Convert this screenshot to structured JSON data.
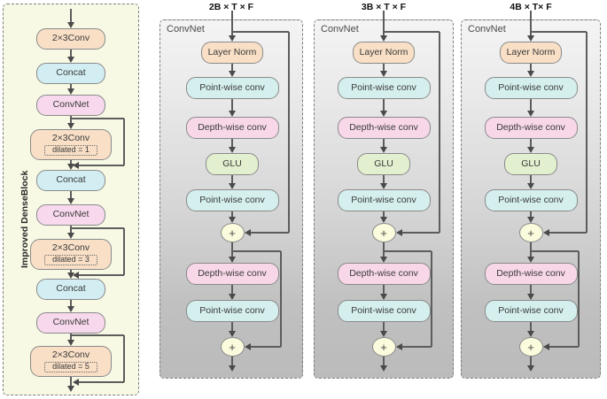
{
  "dense_block": {
    "label": "Improved DenseBlock",
    "nodes": [
      {
        "name": "conv-2x3-a",
        "text": "2×3Conv",
        "sub": null,
        "color": "peach"
      },
      {
        "name": "concat-a",
        "text": "Concat",
        "sub": null,
        "color": "concat"
      },
      {
        "name": "convnet-a",
        "text": "ConvNet",
        "sub": null,
        "color": "convnet"
      },
      {
        "name": "conv-2x3-dilated-1",
        "text": "2×3Conv",
        "sub": "dilated = 1",
        "color": "peach"
      },
      {
        "name": "concat-b",
        "text": "Concat",
        "sub": null,
        "color": "concat"
      },
      {
        "name": "convnet-b",
        "text": "ConvNet",
        "sub": null,
        "color": "convnet"
      },
      {
        "name": "conv-2x3-dilated-3",
        "text": "2×3Conv",
        "sub": "dilated = 3",
        "color": "peach"
      },
      {
        "name": "concat-c",
        "text": "Concat",
        "sub": null,
        "color": "concat"
      },
      {
        "name": "convnet-c",
        "text": "ConvNet",
        "sub": null,
        "color": "convnet"
      },
      {
        "name": "conv-2x3-dilated-5",
        "text": "2×3Conv",
        "sub": "dilated = 5",
        "color": "peach"
      }
    ]
  },
  "convnets": [
    {
      "top_label": "2B × T × F",
      "panel_label": "ConvNet",
      "nodes": [
        {
          "name": "layer-norm",
          "text": "Layer Norm",
          "color": "peach"
        },
        {
          "name": "point-wise-conv-1",
          "text": "Point-wise conv",
          "color": "cyan"
        },
        {
          "name": "depth-wise-conv-1",
          "text": "Depth-wise conv",
          "color": "pink"
        },
        {
          "name": "glu",
          "text": "GLU",
          "color": "green"
        },
        {
          "name": "point-wise-conv-2",
          "text": "Point-wise conv",
          "color": "cyan"
        },
        {
          "name": "depth-wise-conv-2",
          "text": "Depth-wise conv",
          "color": "pink"
        },
        {
          "name": "point-wise-conv-3",
          "text": "Point-wise conv",
          "color": "cyan"
        }
      ],
      "adders": [
        "+",
        "+"
      ]
    },
    {
      "top_label": "3B × T × F",
      "panel_label": "ConvNet",
      "nodes": [
        {
          "name": "layer-norm",
          "text": "Layer Norm",
          "color": "peach"
        },
        {
          "name": "point-wise-conv-1",
          "text": "Point-wise conv",
          "color": "cyan"
        },
        {
          "name": "depth-wise-conv-1",
          "text": "Depth-wise conv",
          "color": "pink"
        },
        {
          "name": "glu",
          "text": "GLU",
          "color": "green"
        },
        {
          "name": "point-wise-conv-2",
          "text": "Point-wise conv",
          "color": "cyan"
        },
        {
          "name": "depth-wise-conv-2",
          "text": "Depth-wise conv",
          "color": "pink"
        },
        {
          "name": "point-wise-conv-3",
          "text": "Point-wise conv",
          "color": "cyan"
        }
      ],
      "adders": [
        "+",
        "+"
      ]
    },
    {
      "top_label": "4B × T× F",
      "panel_label": "ConvNet",
      "nodes": [
        {
          "name": "layer-norm",
          "text": "Layer Norm",
          "color": "peach"
        },
        {
          "name": "point-wise-conv-1",
          "text": "Point-wise conv",
          "color": "cyan"
        },
        {
          "name": "depth-wise-conv-1",
          "text": "Depth-wise conv",
          "color": "pink"
        },
        {
          "name": "glu",
          "text": "GLU",
          "color": "green"
        },
        {
          "name": "point-wise-conv-2",
          "text": "Point-wise conv",
          "color": "cyan"
        },
        {
          "name": "depth-wise-conv-2",
          "text": "Depth-wise conv",
          "color": "pink"
        },
        {
          "name": "point-wise-conv-3",
          "text": "Point-wise conv",
          "color": "cyan"
        }
      ],
      "adders": [
        "+",
        "+"
      ]
    }
  ],
  "colors": {
    "peach": "#f8dfc6",
    "cyan": "#d4efee",
    "pink": "#f7d7e8",
    "green": "#e3f0cf",
    "convnet": "#f7d8ec",
    "concat": "#d2eef3",
    "adder": "#fbfbdd",
    "dense_panel_bg": "#f7f9e5",
    "stroke": "#8a8a8a",
    "connector": "#5d5d5d"
  }
}
